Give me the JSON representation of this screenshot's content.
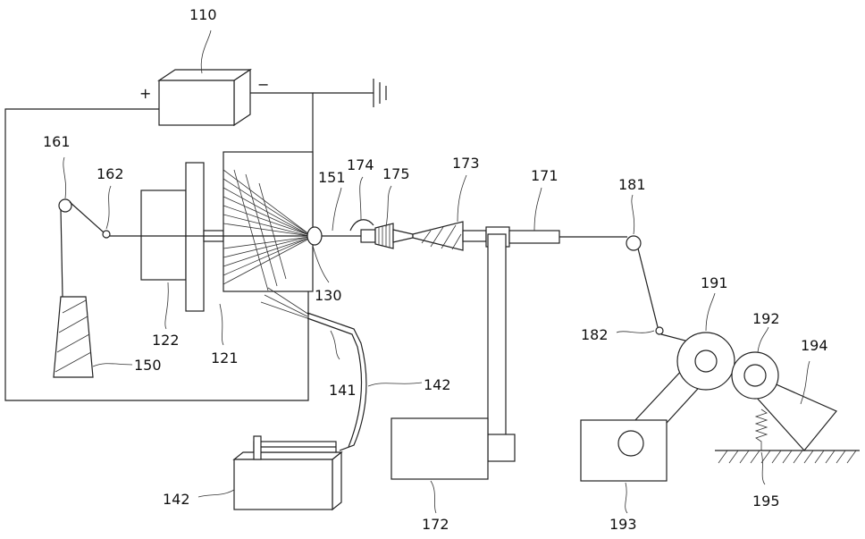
{
  "labels": {
    "l110": "110",
    "l161": "161",
    "l162": "162",
    "l174": "174",
    "l175": "175",
    "l173": "173",
    "l171": "171",
    "l181": "181",
    "l151": "151",
    "l130": "130",
    "l122": "122",
    "l121": "121",
    "l150": "150",
    "l141": "141",
    "l142a": "142",
    "l142b": "142",
    "l182": "182",
    "l191": "191",
    "l192": "192",
    "l194": "194",
    "l195": "195",
    "l193": "193",
    "l172": "172"
  },
  "polarity": {
    "plus": "+",
    "minus": "−"
  }
}
